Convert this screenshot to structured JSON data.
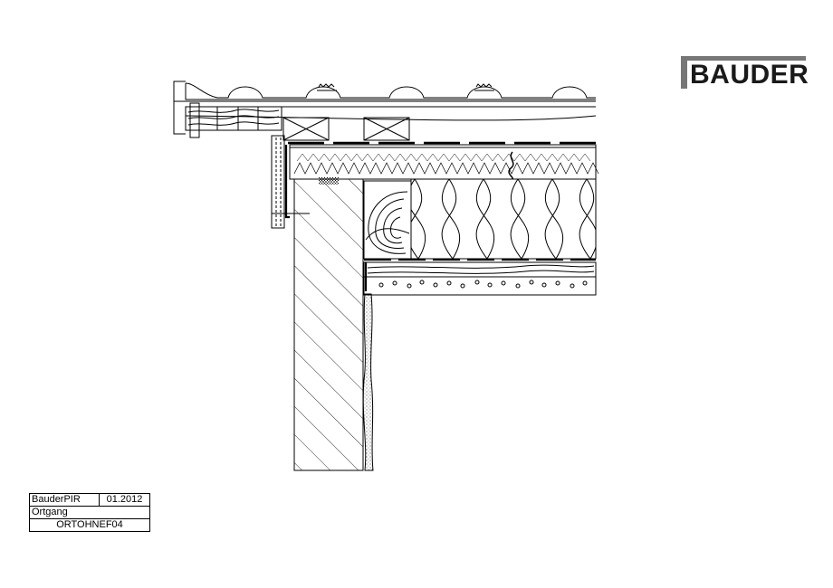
{
  "logo": {
    "text": "BAUDER"
  },
  "title_block": {
    "product": "BauderPIR",
    "date": "01.2012",
    "subject": "Ortgang",
    "drawing_code": "ORTOHNEF04"
  },
  "colors": {
    "line": "#000000",
    "logo_bar": "#777777",
    "logo_text": "#1a1a1a"
  }
}
